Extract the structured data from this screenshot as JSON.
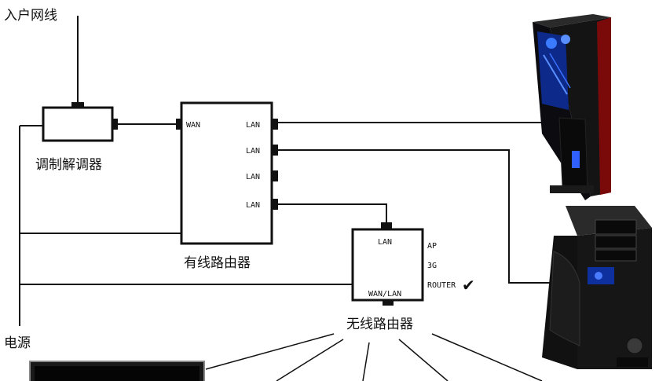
{
  "labels": {
    "incoming_line": "入户网线",
    "modem": "调制解调器",
    "wired_router": "有线路由器",
    "wireless_router": "无线路由器",
    "power": "电源"
  },
  "wired_router_ports": {
    "wan": "WAN",
    "lan": [
      "LAN",
      "LAN",
      "LAN",
      "LAN"
    ]
  },
  "wireless_router_ports": {
    "lan": "LAN",
    "wan_lan": "WAN/LAN",
    "modes": [
      "AP",
      "3G",
      "ROUTER"
    ],
    "selected_mark": "✔"
  },
  "icons": {
    "desktop_1": "desktop-tower-icon",
    "desktop_2": "gaming-tower-icon",
    "monitor": "monitor-icon"
  }
}
